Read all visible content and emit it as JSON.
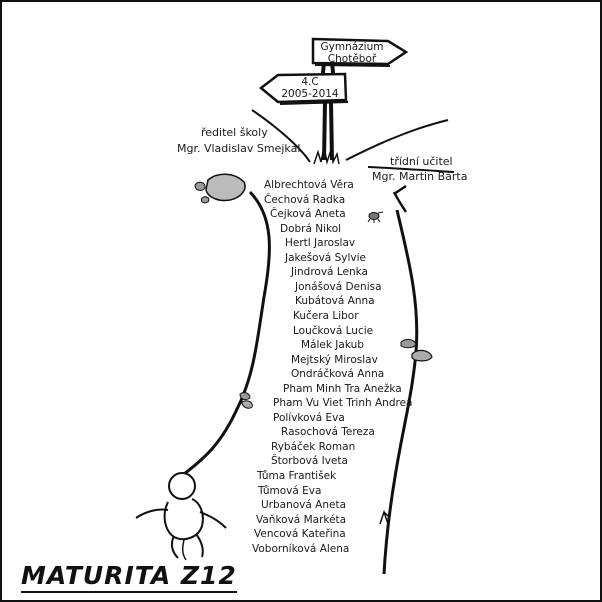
{
  "signs": {
    "school_line1": "Gymnázium",
    "school_line2": "Chotěboř",
    "class_line1": "4.C",
    "class_line2": "2005-2014"
  },
  "left_caption": {
    "line1": "ředitel školy",
    "line2": "Mgr. Vladislav Smejkal"
  },
  "right_caption": {
    "line1": "třídní učitel",
    "line2": "Mgr. Martin Bárta"
  },
  "students": [
    "Albrechtová Věra",
    "Čechová Radka",
    "Čejková Aneta",
    "Dobrá Nikol",
    "Hertl Jaroslav",
    "Jakešová Sylvie",
    "Jindrová Lenka",
    "Jonášová Denisa",
    "Kubátová Anna",
    "Kučera Libor",
    "Loučková Lucie",
    "Málek Jakub",
    "Mejtský Miroslav",
    "Ondráčková Anna",
    "Pham Minh Tra Anežka",
    "Pham Vu Viet Trinh Andrea",
    "Polívková Eva",
    "Rasochová Tereza",
    "Rybáček Roman",
    "Štorbová Iveta",
    "Tůma František",
    "Tůmová Eva",
    "Urbanová Aneta",
    "Vaňková Markéta",
    "Vencová Kateřina",
    "Voborníková Alena"
  ],
  "footer": {
    "title": "MATURITA Z12"
  },
  "colors": {
    "ink": "#1a1a1a",
    "background": "#ffffff"
  }
}
